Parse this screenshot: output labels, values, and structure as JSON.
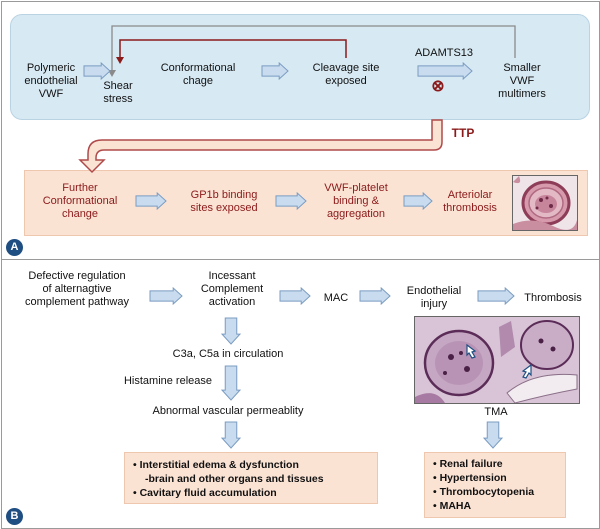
{
  "panel_a": {
    "letter": "A",
    "row1": {
      "polymeric": [
        "Polymeric",
        "endothelial",
        "VWF"
      ],
      "shear": [
        "Shear",
        "stress"
      ],
      "conformational": [
        "Conformational",
        "chage"
      ],
      "cleavage": [
        "Cleavage site",
        "exposed"
      ],
      "adamts": "ADAMTS13",
      "inhibit_symbol": "⊗",
      "smaller": [
        "Smaller",
        "VWF",
        "multimers"
      ]
    },
    "ttp": "TTP",
    "row2": {
      "further": [
        "Further",
        "Conformational",
        "change"
      ],
      "gp1b": [
        "GP1b binding",
        "sites exposed"
      ],
      "vwf_platelet": [
        "VWF-platelet",
        "binding &",
        "aggregation"
      ],
      "arteriolar": [
        "Arteriolar",
        "thrombosis"
      ]
    }
  },
  "panel_b": {
    "letter": "B",
    "defective": [
      "Defective regulation",
      "of alternagtive",
      "complement pathway"
    ],
    "incessant": [
      "Incessant",
      "Complement",
      "activation"
    ],
    "mac": "MAC",
    "endothelial": [
      "Endothelial",
      "injury"
    ],
    "thrombosis": "Thrombosis",
    "c3a": "C3a, C5a in circulation",
    "histamine": "Histamine release",
    "abnormal": "Abnormal vascular permeablity",
    "tma": "TMA",
    "left_box": [
      "• Interstitial edema & dysfunction",
      "-brain and other organs and tissues",
      "• Cavitary fluid accumulation"
    ],
    "right_box": [
      "• Renal failure",
      "• Hypertension",
      "• Thrombocytopenia",
      "• MAHA"
    ]
  },
  "colors": {
    "arrow_fill": "#c9dcef",
    "arrow_stroke": "#7a9cc2",
    "maroon": "#8b1a1a",
    "blue_panel": "#d7e9f3",
    "peach_panel": "#fbe3d4",
    "circle": "#1f4f82"
  },
  "icons": [
    "block-arrow-icon",
    "inhibition-icon",
    "feedback-arrow-icon",
    "histology-image"
  ]
}
